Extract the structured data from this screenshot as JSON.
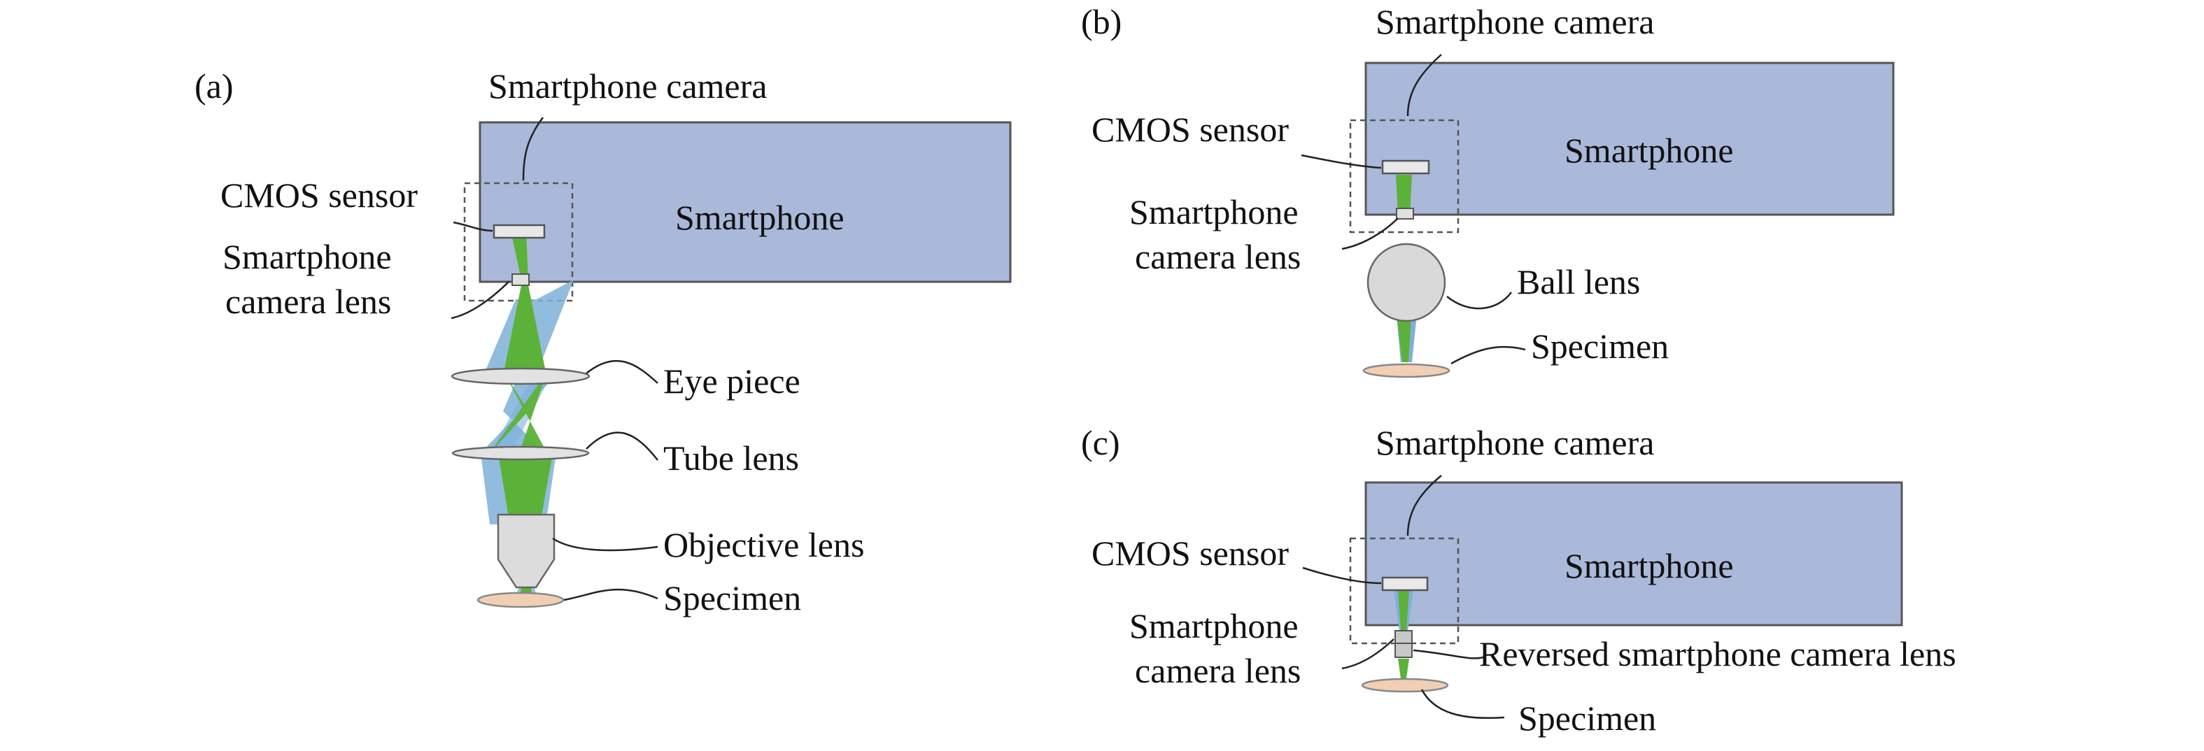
{
  "panels": {
    "a": {
      "label": "(a)",
      "camera": "Smartphone camera",
      "phone": "Smartphone",
      "sensor": "CMOS sensor",
      "lens_line1": "Smartphone",
      "lens_line2": "camera lens",
      "eyepiece": "Eye piece",
      "tube": "Tube lens",
      "objective": "Objective lens",
      "specimen": "Specimen"
    },
    "b": {
      "label": "(b)",
      "camera": "Smartphone camera",
      "phone": "Smartphone",
      "sensor": "CMOS sensor",
      "lens_line1": "Smartphone",
      "lens_line2": "camera lens",
      "ball": "Ball lens",
      "specimen": "Specimen"
    },
    "c": {
      "label": "(c)",
      "camera": "Smartphone camera",
      "phone": "Smartphone",
      "sensor": "CMOS sensor",
      "lens_line1": "Smartphone",
      "lens_line2": "camera lens",
      "reversed": "Reversed smartphone camera lens",
      "specimen": "Specimen"
    }
  },
  "colors": {
    "phone_fill": "#aab9da",
    "phone_stroke": "#555555",
    "green_beam": "#5cb238",
    "blue_beam": "#7fb0d8",
    "lens_fill": "#e2e2e2",
    "specimen_fill": "#f1cfb5"
  }
}
